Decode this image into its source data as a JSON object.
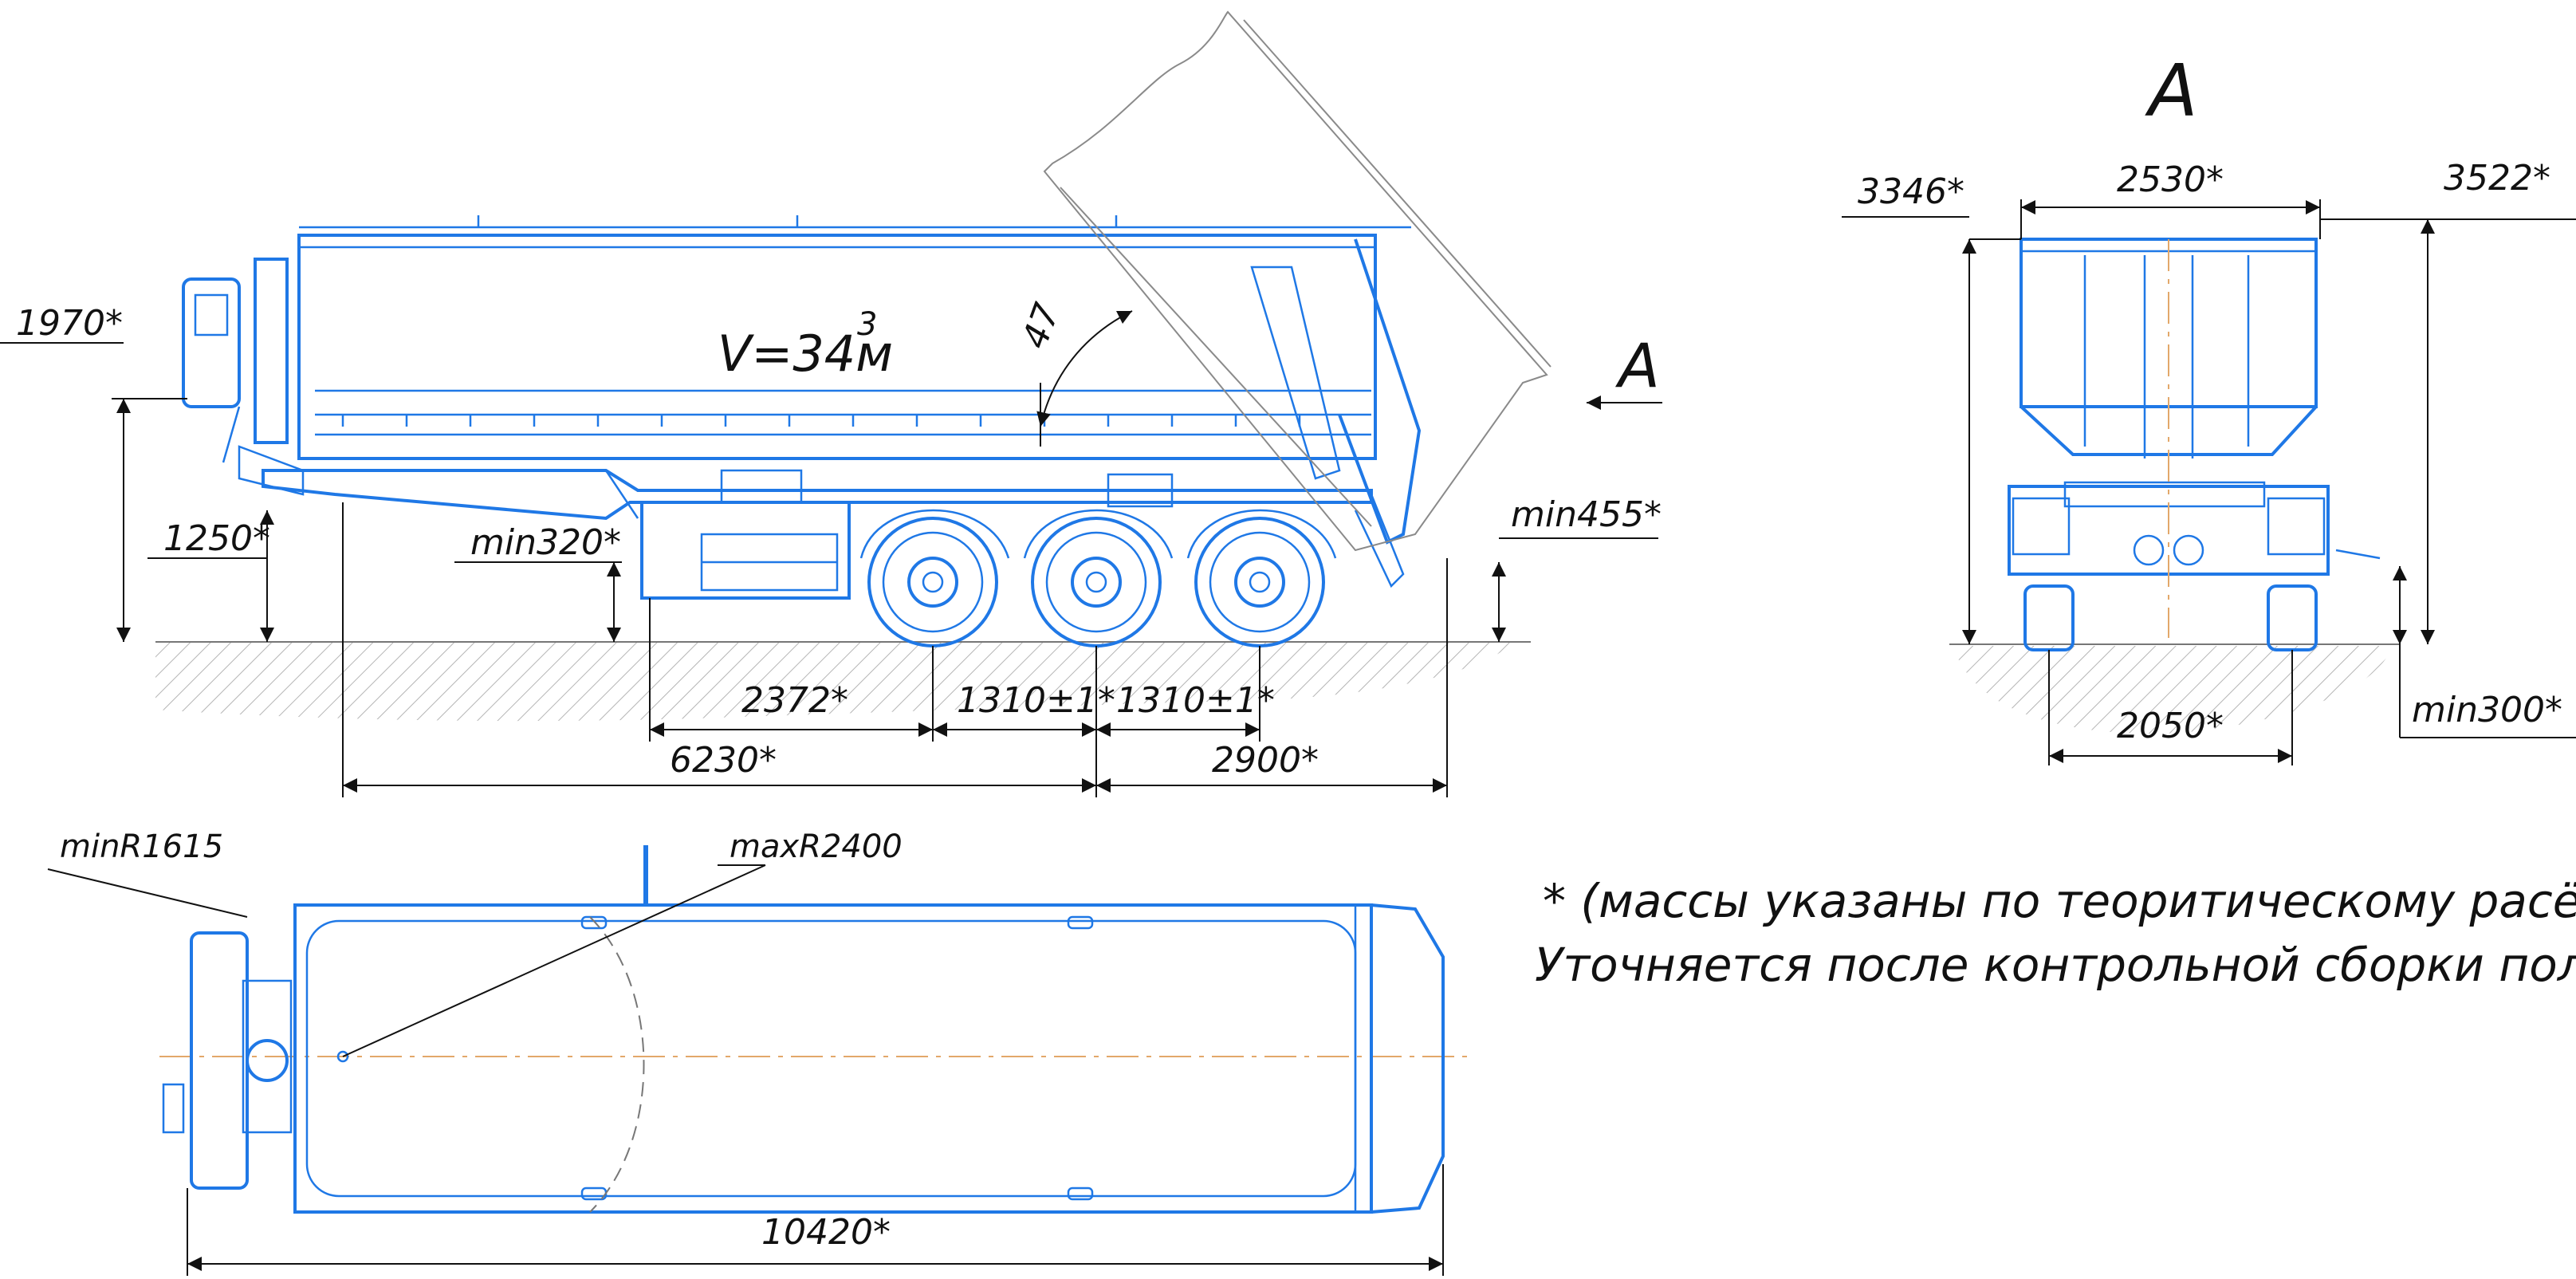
{
  "volume": {
    "prefix": "V=34м",
    "exponent": "3"
  },
  "angle": "47",
  "section_mark": "А",
  "dims_side": {
    "d1970": "1970*",
    "d1250": "1250*",
    "dmin320": "min320*",
    "dmin455": "min455*",
    "d2372": "2372*",
    "d1310a": "1310±1*",
    "d1310b": "1310±1*",
    "d6230": "6230*",
    "d2900": "2900*"
  },
  "dims_rear": {
    "d3346": "3346*",
    "d2530": "2530*",
    "d3522": "3522*",
    "d2050": "2050*",
    "dmin300": "min300*"
  },
  "dims_top": {
    "minR": "minR1615",
    "maxR": "maxR2400",
    "d10420": "10420*"
  },
  "note": {
    "line1": "* (массы указаны по теоритическому расёту)",
    "line2": "Уточняется после контрольной сборки полуприц"
  },
  "colors": {
    "line": "#1f78e6",
    "dimension": "#111111",
    "axis": "#e3a86a",
    "hatch": "#9a9a9a"
  }
}
